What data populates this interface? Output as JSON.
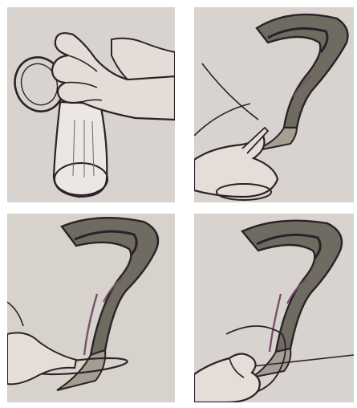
{
  "image": {
    "panels": [
      {
        "id": "step-1",
        "depicts": "hand-pinching-condom-ring"
      },
      {
        "id": "step-2",
        "depicts": "insertion-side-view"
      },
      {
        "id": "step-3",
        "depicts": "ring-pushed-inside"
      },
      {
        "id": "step-4",
        "depicts": "outer-ring-positioned"
      }
    ],
    "colors": {
      "panel_bg": "#d9d2cd",
      "line": "#2a2228",
      "organ_fill": "#6e6a5f",
      "organ_inner": "#9b9789",
      "skin": "#e2dbd5",
      "accent_purple": "#7a4f6b"
    }
  }
}
